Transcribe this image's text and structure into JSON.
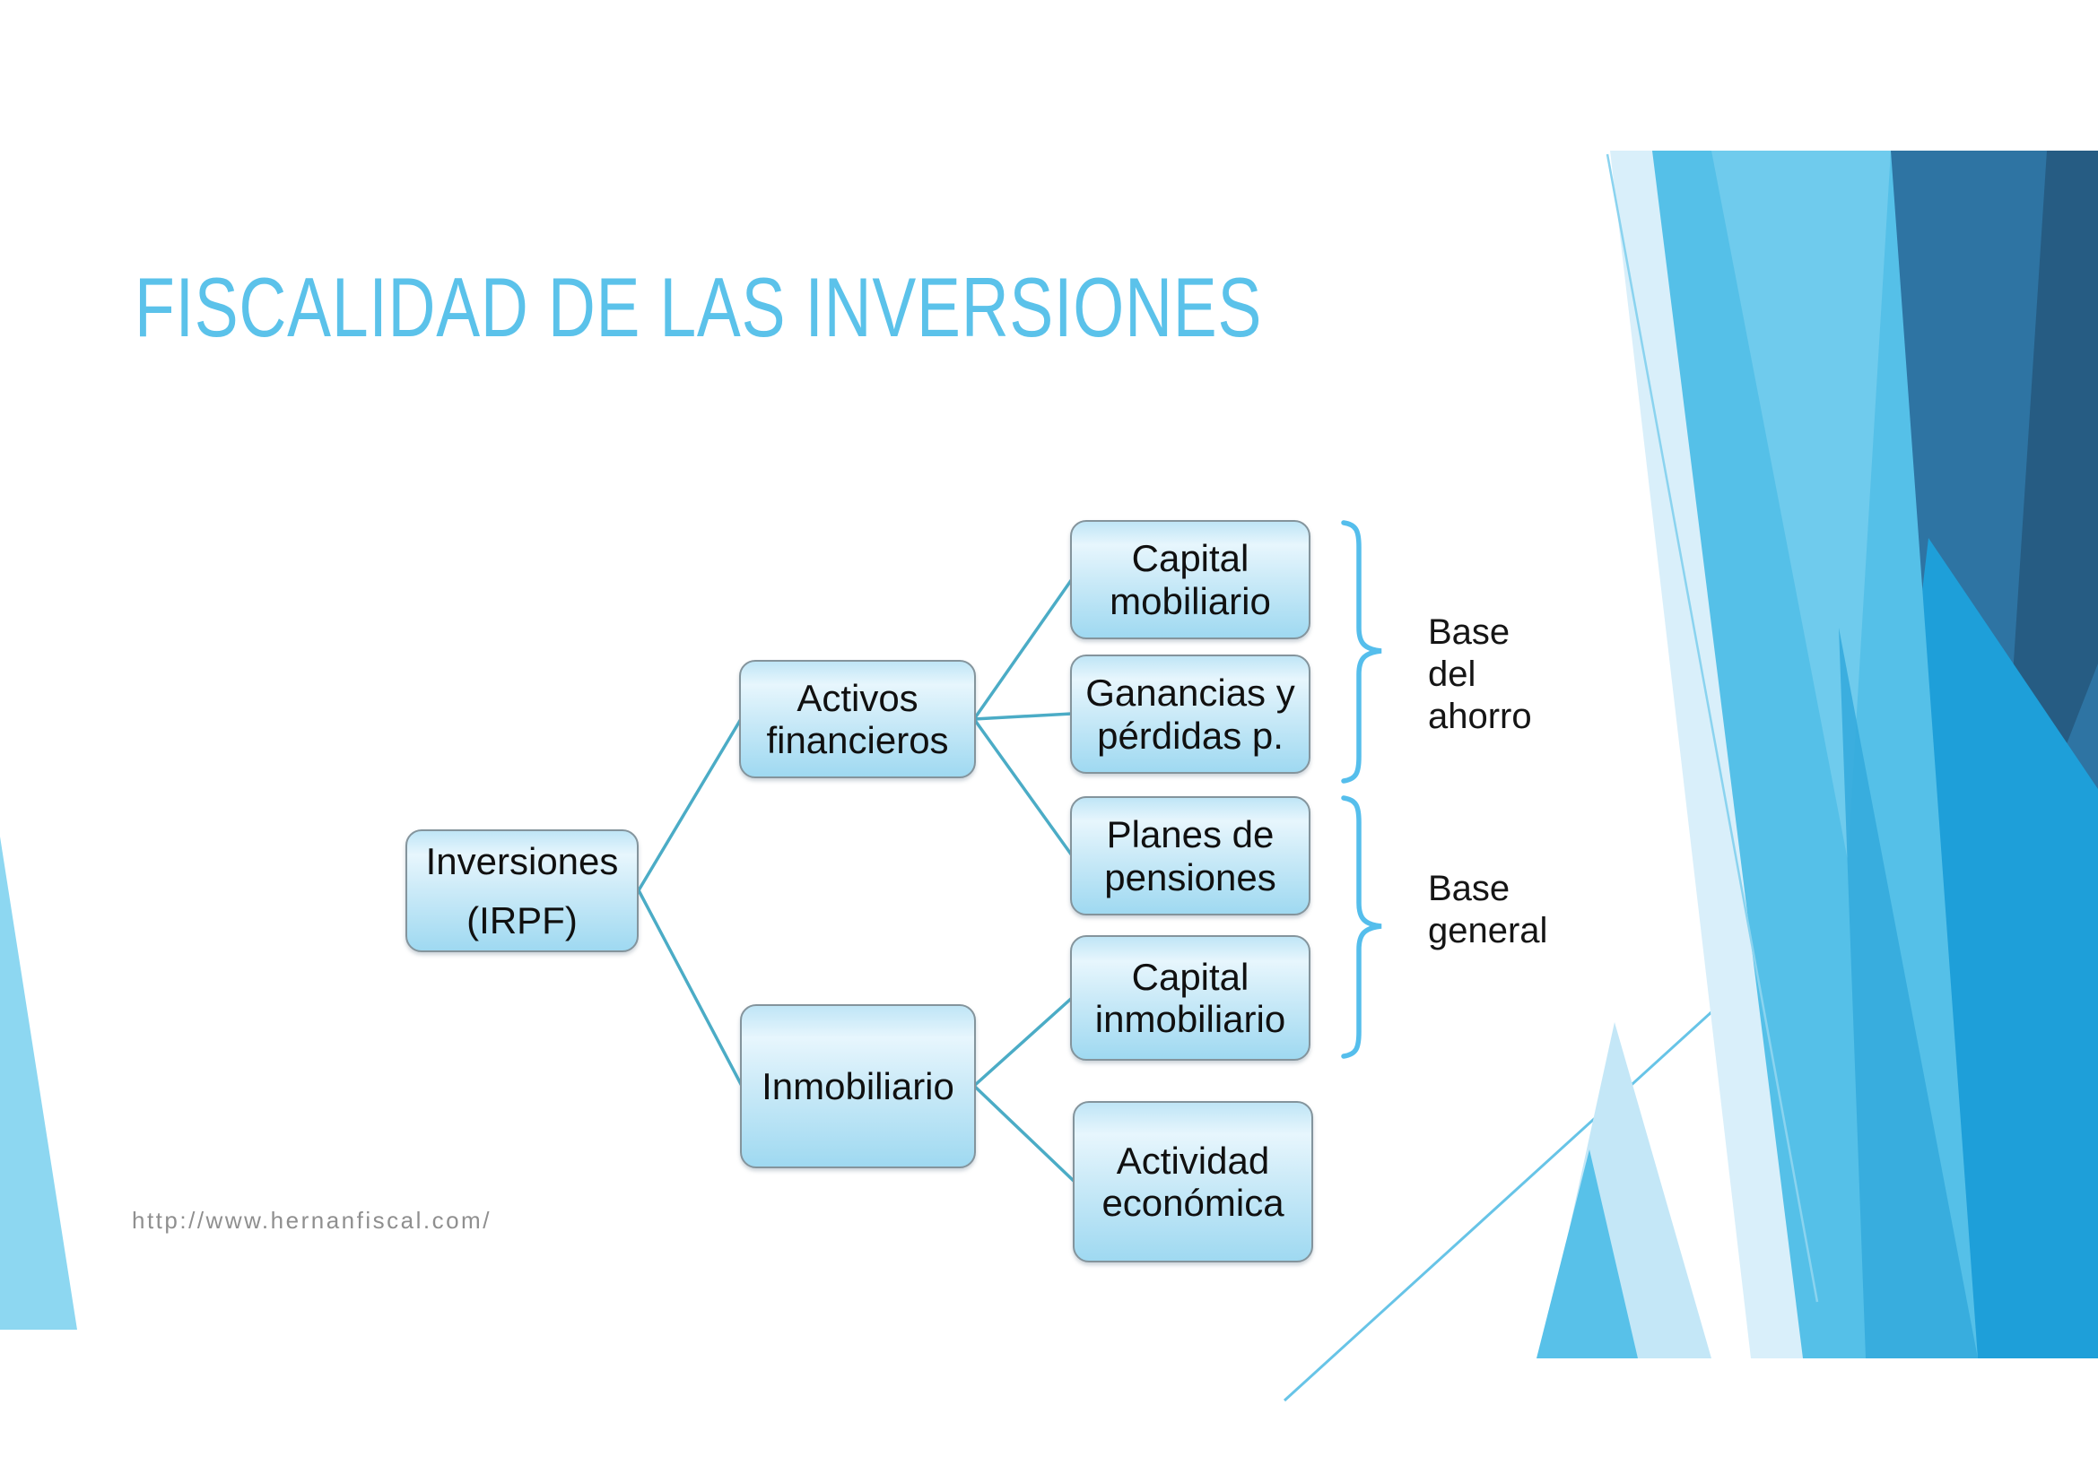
{
  "slide": {
    "title": "FISCALIDAD DE LAS INVERSIONES",
    "footer_url": "http://www.hernanfiscal.com/"
  },
  "colors": {
    "title_blue": "#5BC2EA",
    "connector_teal": "#4BACC6",
    "bracket_blue": "#55BEEC",
    "box_border_gray": "#84949C",
    "box_fill_top": "#E7F6FD",
    "box_fill_bottom": "#9FD9F1",
    "footer_gray": "#8F8F8F",
    "decor_light_sky": "#8DD7F1",
    "decor_mid_sky": "#55C0E8",
    "decor_steel": "#2E74A3",
    "decor_navy": "#265C83",
    "decor_azure": "#1E9FD9"
  },
  "diagram": {
    "nodes": [
      {
        "id": "inversiones",
        "line1": "Inversiones",
        "line2": "(IRPF)"
      },
      {
        "id": "activos",
        "line1": "Activos",
        "line2": "financieros"
      },
      {
        "id": "inmobiliario",
        "line1": "Inmobiliario"
      },
      {
        "id": "capital-mobiliario",
        "line1": "Capital",
        "line2": "mobiliario"
      },
      {
        "id": "ganancias",
        "line1": "Ganancias y",
        "line2": "pérdidas p."
      },
      {
        "id": "planes",
        "line1": "Planes de",
        "line2": "pensiones"
      },
      {
        "id": "capital-inmobiliario",
        "line1": "Capital",
        "line2": "inmobiliario"
      },
      {
        "id": "actividad",
        "line1": "Actividad",
        "line2": "económica"
      }
    ],
    "edges": [
      [
        "inversiones",
        "activos"
      ],
      [
        "inversiones",
        "inmobiliario"
      ],
      [
        "activos",
        "capital-mobiliario"
      ],
      [
        "activos",
        "ganancias"
      ],
      [
        "activos",
        "planes"
      ],
      [
        "inmobiliario",
        "capital-inmobiliario"
      ],
      [
        "inmobiliario",
        "actividad"
      ]
    ],
    "bracket_labels": [
      {
        "id": "base-ahorro",
        "line1": "Base",
        "line2": "del",
        "line3": "ahorro"
      },
      {
        "id": "base-general",
        "line1": "Base",
        "line2": "general"
      }
    ]
  }
}
